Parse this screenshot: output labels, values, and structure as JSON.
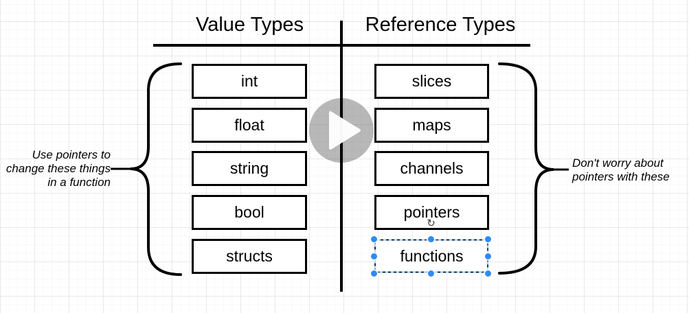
{
  "columns": {
    "left": {
      "title": "Value Types",
      "items": [
        "int",
        "float",
        "string",
        "bool",
        "structs"
      ]
    },
    "right": {
      "title": "Reference Types",
      "items": [
        "slices",
        "maps",
        "channels",
        "pointers",
        "functions"
      ]
    }
  },
  "annotations": {
    "left": {
      "lines": [
        "Use pointers to",
        "change these things",
        "in a function"
      ]
    },
    "right": {
      "lines": [
        "Don't worry about",
        "pointers with these"
      ]
    }
  },
  "selection": {
    "selected_item": "functions",
    "handle_color": "#2e8bf7",
    "outline_gap_color": "#a9d2ff"
  },
  "icons": {
    "play": "play-icon",
    "rotate_glyph": "↻"
  },
  "colors": {
    "stroke": "#000000",
    "box_fill": "#ffffff",
    "overlay_circle": "rgba(0,0,0,0.28)",
    "play_triangle": "#ffffff"
  }
}
